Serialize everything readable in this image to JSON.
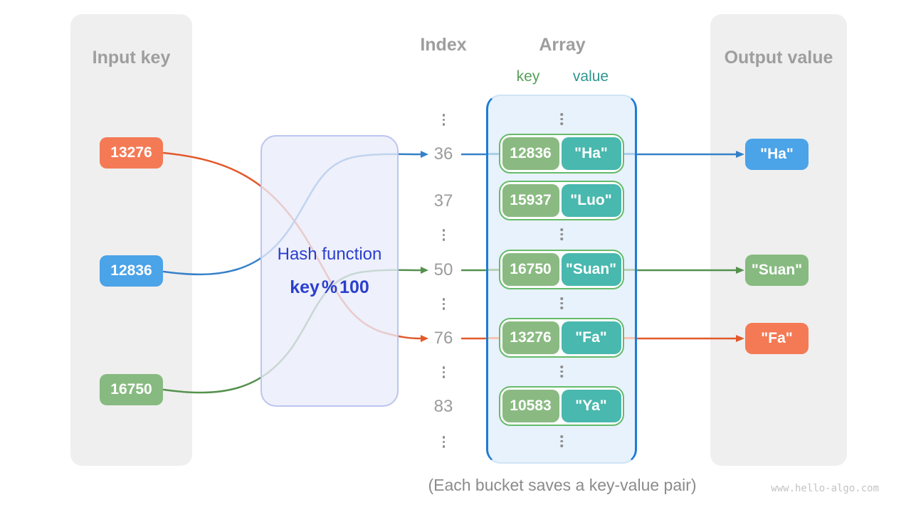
{
  "input_panel": {
    "title": "Input key",
    "keys": [
      "13276",
      "12836",
      "16750"
    ]
  },
  "hash_box": {
    "title": "Hash function",
    "formula": "key % 100"
  },
  "index_column": {
    "title": "Index"
  },
  "array_panel": {
    "title": "Array",
    "key_label": "key",
    "value_label": "value",
    "buckets": [
      {
        "index": "36",
        "key": "12836",
        "value": "\"Ha\""
      },
      {
        "index": "37",
        "key": "15937",
        "value": "\"Luo\""
      },
      {
        "index": "50",
        "key": "16750",
        "value": "\"Suan\""
      },
      {
        "index": "76",
        "key": "13276",
        "value": "\"Fa\""
      },
      {
        "index": "83",
        "key": "10583",
        "value": "\"Ya\""
      }
    ]
  },
  "output_panel": {
    "title": "Output value",
    "values": [
      "\"Ha\"",
      "\"Suan\"",
      "\"Fa\""
    ]
  },
  "caption": "(Each bucket saves a key-value pair)",
  "watermark": "www.hello-algo.com",
  "icons": {
    "ellipsis": "vertical-ellipsis-dots",
    "arrowhead": "right-arrowhead"
  },
  "colors": {
    "panel_bg": "#efefef",
    "heading_gray": "#9e9e9e",
    "orange_box": "#f47a55",
    "blue_box": "#4ba3e8",
    "green_box": "#87ba80",
    "teal_box": "#49b8ae",
    "bucket_border": "#66bb6a",
    "array_border": "#1d7cd4",
    "array_fill": "#e7f2fc",
    "hash_fill": "#e9ecfa",
    "hash_border": "#bcc5f0",
    "hash_text": "#2b3fce",
    "line_blue": "#3581c8",
    "line_green": "#55914e",
    "line_orange": "#e2592b"
  }
}
